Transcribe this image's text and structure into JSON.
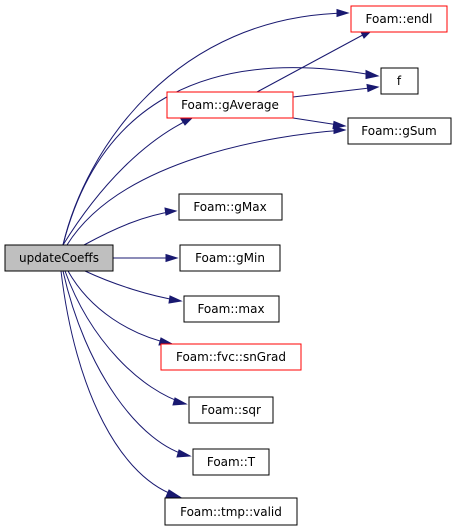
{
  "graph": {
    "colors": {
      "edge": "#191970",
      "border_default": "#000000",
      "border_highlight": "#ff0000",
      "fill_default": "#ffffff",
      "fill_root": "#bfbfbf"
    },
    "nodes": {
      "updateCoeffs": {
        "label": "updateCoeffs",
        "style": "root"
      },
      "endl": {
        "label": "Foam::endl",
        "style": "highlight"
      },
      "f": {
        "label": "f",
        "style": "default"
      },
      "gAverage": {
        "label": "Foam::gAverage",
        "style": "highlight"
      },
      "gSum": {
        "label": "Foam::gSum",
        "style": "default"
      },
      "gMax": {
        "label": "Foam::gMax",
        "style": "default"
      },
      "gMin": {
        "label": "Foam::gMin",
        "style": "default"
      },
      "max": {
        "label": "Foam::max",
        "style": "default"
      },
      "snGrad": {
        "label": "Foam::fvc::snGrad",
        "style": "highlight"
      },
      "sqr": {
        "label": "Foam::sqr",
        "style": "default"
      },
      "T": {
        "label": "Foam::T",
        "style": "default"
      },
      "valid": {
        "label": "Foam::tmp::valid",
        "style": "default"
      }
    },
    "edges": [
      {
        "from": "updateCoeffs",
        "to": "endl"
      },
      {
        "from": "updateCoeffs",
        "to": "f"
      },
      {
        "from": "updateCoeffs",
        "to": "gAverage"
      },
      {
        "from": "updateCoeffs",
        "to": "gSum"
      },
      {
        "from": "updateCoeffs",
        "to": "gMax"
      },
      {
        "from": "updateCoeffs",
        "to": "gMin"
      },
      {
        "from": "updateCoeffs",
        "to": "max"
      },
      {
        "from": "updateCoeffs",
        "to": "snGrad"
      },
      {
        "from": "updateCoeffs",
        "to": "sqr"
      },
      {
        "from": "updateCoeffs",
        "to": "T"
      },
      {
        "from": "updateCoeffs",
        "to": "valid"
      },
      {
        "from": "gAverage",
        "to": "endl"
      },
      {
        "from": "gAverage",
        "to": "f"
      },
      {
        "from": "gAverage",
        "to": "gSum"
      }
    ]
  }
}
